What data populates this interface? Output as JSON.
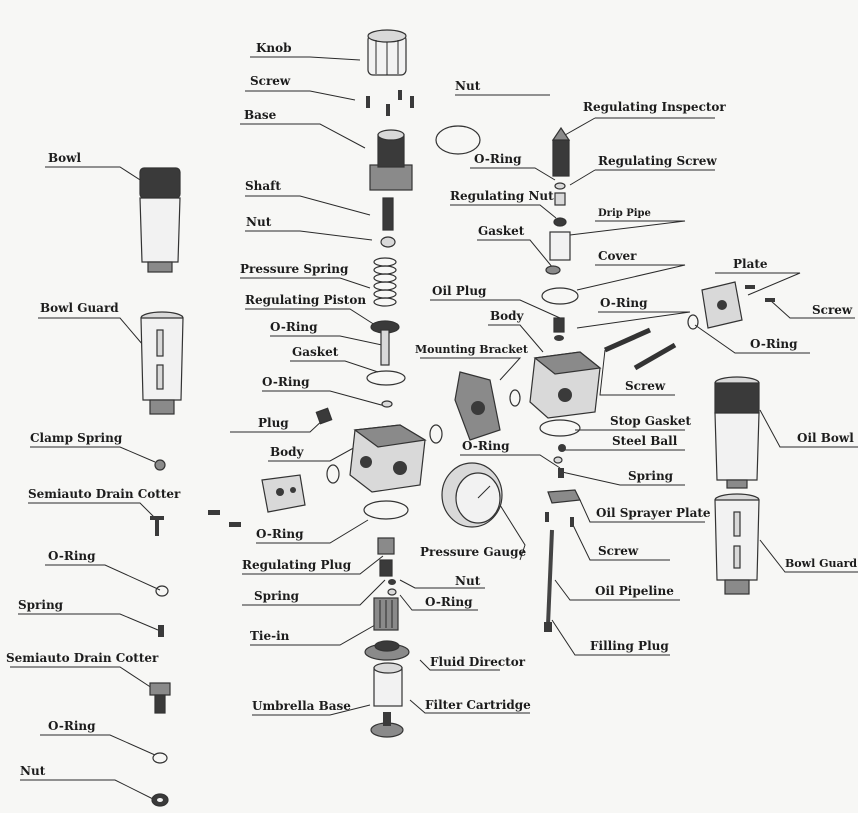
{
  "diagram": {
    "labels": {
      "knob": "Knob",
      "screw_top": "Screw",
      "base": "Base",
      "shaft": "Shaft",
      "nut_center": "Nut",
      "pressure_spring": "Pressure Spring",
      "regulating_piston": "Regulating Piston",
      "oring_center1": "O-Ring",
      "gasket_center": "Gasket",
      "oring_center2": "O-Ring",
      "plug": "Plug",
      "body_center": "Body",
      "oring_center3": "O-Ring",
      "regulating_plug": "Regulating Plug",
      "spring_center": "Spring",
      "nut_lower": "Nut",
      "oring_lower": "O-Ring",
      "tie_in": "Tie-in",
      "fluid_director": "Fluid Director",
      "umbrella_base": "Umbrella Base",
      "filter_cartridge": "Filter Cartridge",
      "bowl": "Bowl",
      "bowl_guard_left": "Bowl Guard",
      "clamp_spring": "Clamp Spring",
      "semiauto_drain_cotter1": "Semiauto Drain Cotter",
      "oring_left1": "O-Ring",
      "spring_left": "Spring",
      "semiauto_drain_cotter2": "Semiauto Drain Cotter",
      "oring_left2": "O-Ring",
      "nut_left": "Nut",
      "nut_right": "Nut",
      "regulating_inspector": "Regulating Inspector",
      "oring_right1": "O-Ring",
      "regulating_screw": "Regulating Screw",
      "regulating_nut": "Regulating Nut",
      "drip_pipe": "Drip Pipe",
      "gasket_right": "Gasket",
      "cover": "Cover",
      "oil_plug": "Oil Plug",
      "oring_right2": "O-Ring",
      "body_right": "Body",
      "mounting_bracket": "Mounting Bracket",
      "plate": "Plate",
      "screw_plate": "Screw",
      "oring_plate": "O-Ring",
      "screw_right": "Screw",
      "oil_bowl": "Oil Bowl",
      "stop_gasket": "Stop Gasket",
      "steel_ball": "Steel Ball",
      "oring_right3": "O-Ring",
      "spring_right": "Spring",
      "oil_sprayer_plate": "Oil Sprayer Plate",
      "screw_lower_right": "Screw",
      "pressure_gauge": "Pressure Gauge",
      "oil_pipeline": "Oil Pipeline",
      "filling_plug": "Filling Plug",
      "bowl_guard_right": "Bowl Guard"
    },
    "icons": {
      "knob": "knob-icon",
      "bowl": "bowl-icon",
      "gauge": "pressure-gauge-icon",
      "body": "valve-body-icon"
    },
    "colors": {
      "ink": "#2a2a2a",
      "paper": "#f7f7f5"
    }
  }
}
